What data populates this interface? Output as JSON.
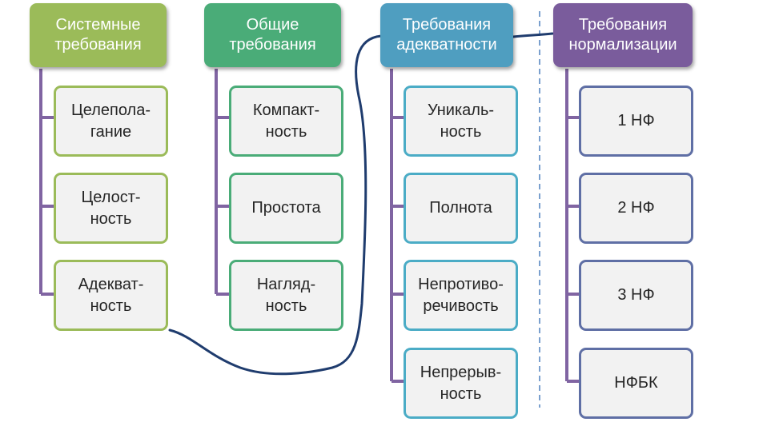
{
  "colors": {
    "col1": "#9bbb59",
    "col2": "#4aac78",
    "col3": "#4bacc6",
    "col4": "#5f6fa5",
    "connector": "#8064a2",
    "curve": "#1f3c6e",
    "divider": "#4f81bd"
  },
  "columns": [
    {
      "heading": "Системные\nтребования",
      "items": [
        "Целепола-\nгание",
        "Целост-\nность",
        "Адекват-\nность"
      ]
    },
    {
      "heading": "Общие\nтребования",
      "items": [
        "Компакт-\nность",
        "Простота",
        "Нагляд-\nность"
      ]
    },
    {
      "heading": "Требования\nадекватности",
      "items": [
        "Уникаль-\nность",
        "Полнота",
        "Непротиво-\nречивость",
        "Непрерыв-\nность"
      ]
    },
    {
      "heading": "Требования\nнормализации",
      "items": [
        "1 НФ",
        "2 НФ",
        "3 НФ",
        "НФБК"
      ]
    }
  ]
}
